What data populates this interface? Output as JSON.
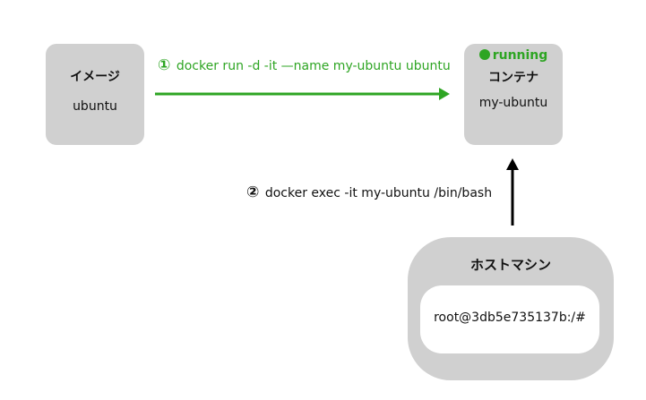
{
  "image_box": {
    "title": "イメージ",
    "name": "ubuntu"
  },
  "container_box": {
    "status": "running",
    "title": "コンテナ",
    "name": "my-ubuntu"
  },
  "host_box": {
    "title": "ホストマシン",
    "prompt": "root@3db5e735137b:/#"
  },
  "steps": [
    {
      "number": "①",
      "command": "docker run -d -it —name my-ubuntu ubuntu",
      "color": "#2ea523"
    },
    {
      "number": "②",
      "command": "docker exec -it my-ubuntu /bin/bash",
      "color": "#111111"
    }
  ],
  "colors": {
    "box": "#d0d0d0",
    "accent": "#2ea523",
    "arrow_dark": "#000000"
  }
}
